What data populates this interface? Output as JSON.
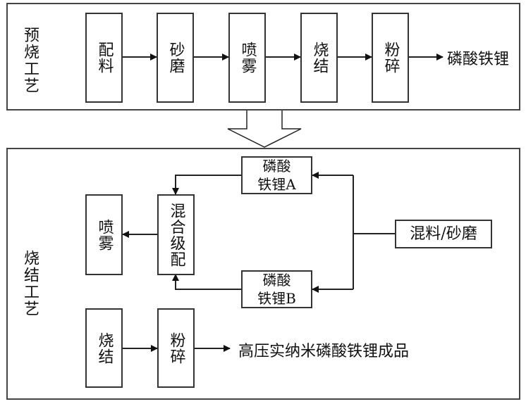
{
  "preburn": {
    "title": "预烧工艺",
    "steps": [
      "配料",
      "砂磨",
      "喷雾",
      "烧结",
      "粉碎"
    ],
    "output": "磷酸铁锂"
  },
  "transition": {
    "icon": "down-arrow-icon"
  },
  "sinter": {
    "title": "烧结工艺",
    "source": "混料/砂磨",
    "branch_a": "磷酸铁锂A",
    "branch_a_lines": [
      "磷酸",
      "铁锂A"
    ],
    "branch_b_lines": [
      "磷酸",
      "铁锂B"
    ],
    "mix": "混合级配",
    "spray": "喷雾",
    "sinter_step": "烧结",
    "crush_step": "粉碎",
    "final_output": "高压实纳米磷酸铁锂成品"
  }
}
